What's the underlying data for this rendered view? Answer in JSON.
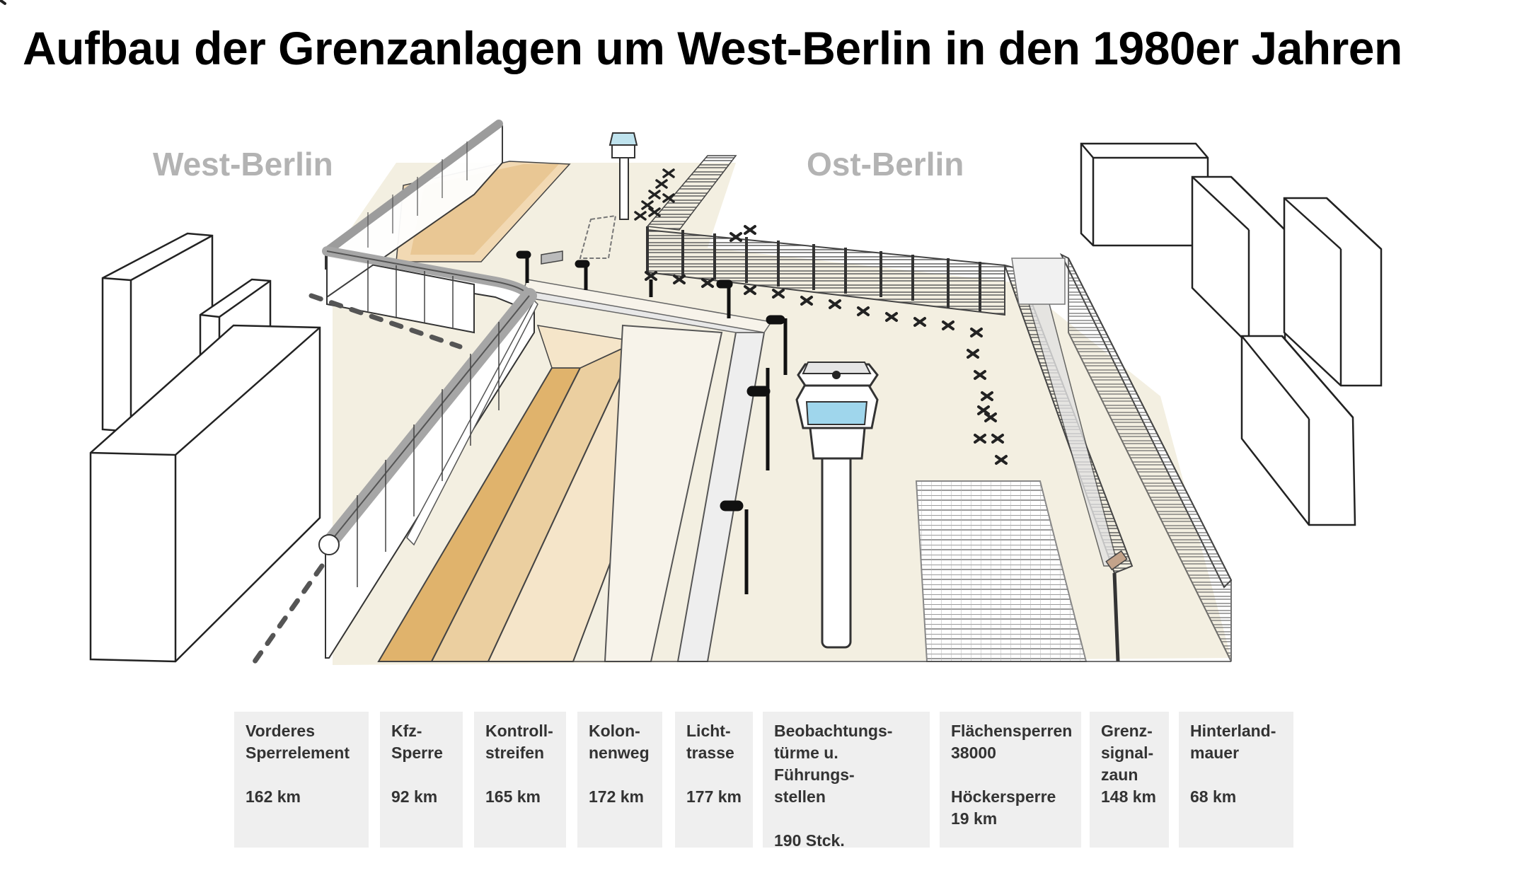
{
  "title": "Aufbau der Grenzanlagen um West-Berlin in den 1980er Jahren",
  "regions": {
    "west": "West-Berlin",
    "east": "Ost-Berlin"
  },
  "legend": [
    {
      "label": "Vorderes\nSperrelement",
      "value": "162 km"
    },
    {
      "label": "Kfz-\nSperre",
      "value": "92 km"
    },
    {
      "label": "Kontroll-\nstreifen",
      "value": "165 km"
    },
    {
      "label": "Kolon-\nnenweg",
      "value": "172 km"
    },
    {
      "label": "Licht-\ntrasse",
      "value": "177 km"
    },
    {
      "label": "Beobachtungs-\ntürme u. Führungs-\nstellen",
      "value": "190 Stck."
    },
    {
      "label": "Flächensperren\n38000",
      "value": "Höckersperre\n19 km"
    },
    {
      "label": "Grenz-\nsignal-\nzaun",
      "value": "148 km"
    },
    {
      "label": "Hinterland-\nmauer",
      "value": "68 km"
    }
  ],
  "colors": {
    "ground": "#f3efe1",
    "kfz_dark": "#e0b36c",
    "kfz_mid": "#ebcfa0",
    "kfz_light": "#f5e5c9",
    "wall_cap": "#a6a6a6",
    "legend_bg": "#efefef"
  }
}
